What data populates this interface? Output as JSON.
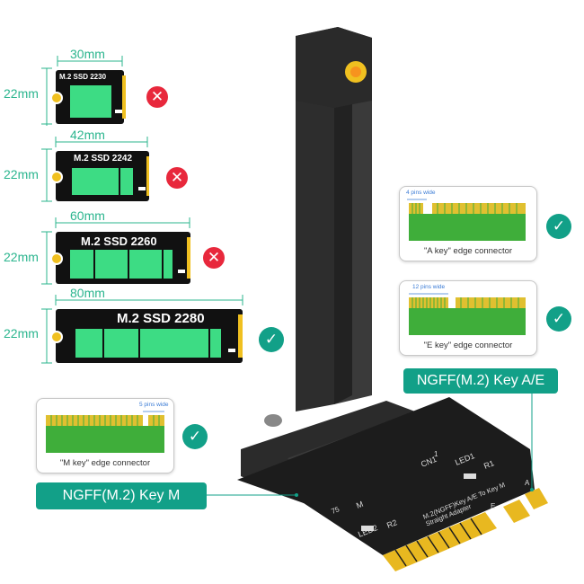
{
  "ssd_sizes": [
    {
      "width_label": "30mm",
      "height_label": "22mm",
      "model_label": "M.2  SSD  2230",
      "supported": false
    },
    {
      "width_label": "42mm",
      "height_label": "22mm",
      "model_label": "M.2  SSD  2242",
      "supported": false
    },
    {
      "width_label": "60mm",
      "height_label": "22mm",
      "model_label": "M.2  SSD  2260",
      "supported": false
    },
    {
      "width_label": "80mm",
      "height_label": "22mm",
      "model_label": "M.2  SSD  2280",
      "supported": true
    }
  ],
  "connectors": {
    "a_key": {
      "pins_note": "4 pins wide",
      "caption": "\"A key\"  edge connector",
      "supported": true
    },
    "e_key": {
      "pins_note": "12 pins wide",
      "caption": "\"E key\"  edge connector",
      "supported": true
    },
    "m_key": {
      "pins_note": "5 pins wide",
      "caption": "\"M key\"  edge connector",
      "supported": true
    }
  },
  "callouts": {
    "key_ae": "NGFF(M.2) Key A/E",
    "key_m": "NGFF(M.2) Key M"
  },
  "board_silkscreen": {
    "cn1": "CN1",
    "led1": "LED1",
    "r1": "R1",
    "led2": "LED2",
    "r2": "R2",
    "pin1": "1",
    "pin75": "75",
    "m_arrow": "M",
    "key_a": "A",
    "key_e": "E",
    "adapter_text": "M.2(NGFF)Key A/E To Key M\nStraight Adapter"
  },
  "colors": {
    "accent": "#12a088",
    "dimension": "#2bb58e",
    "pcb_green": "#3ddc84",
    "gold": "#f0c020",
    "reject": "#e8283c",
    "accept": "#12a088"
  }
}
